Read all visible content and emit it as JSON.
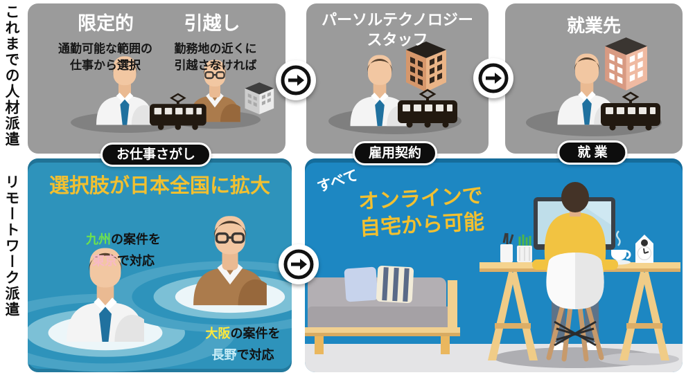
{
  "palette": {
    "panel_gray": "#9b9b9b",
    "blue_left_panel": "#2e93bb",
    "blue_right_panel": "#1d87c2",
    "accent_yellow": "#f2c030",
    "highlight_green": "#6ee24e",
    "highlight_pink": "#f8b9c6",
    "highlight_yellow": "#ffe93c",
    "highlight_pale_blue": "#c7ecf6",
    "pill_black": "#0d0d0d"
  },
  "row_labels": {
    "top": "これまでの人材派遣",
    "bottom": "リモートワーク派遣"
  },
  "traditional": {
    "job_search_panel": {
      "item1_title": "限定的",
      "item1_desc_line1": "通勤可能な範囲の",
      "item1_desc_line2": "仕事から選択",
      "item2_title": "引越し",
      "item2_desc_line1": "勤務地の近くに",
      "item2_desc_line2": "引越さなければ"
    },
    "agency_panel": {
      "title_line1": "パーソルテクノロジー",
      "title_line2": "スタッフ"
    },
    "workplace_panel": {
      "title": "就業先"
    }
  },
  "step_pills": {
    "step1": "お仕事さがし",
    "step2": "雇用契約",
    "step3": "就 業"
  },
  "remote": {
    "left_panel": {
      "title": "選択肢が日本全国に拡大",
      "case1": {
        "region": "九州",
        "middle": "の案件を",
        "location": "東京",
        "suffix": "で対応"
      },
      "case2": {
        "region": "大阪",
        "middle": "の案件を",
        "location": "長野",
        "suffix": "で対応"
      }
    },
    "right_panel": {
      "lead": "すべて",
      "title_line1": "オンラインで",
      "title_line2": "自宅から可能"
    }
  },
  "icons": {
    "arrow_right": "→"
  }
}
